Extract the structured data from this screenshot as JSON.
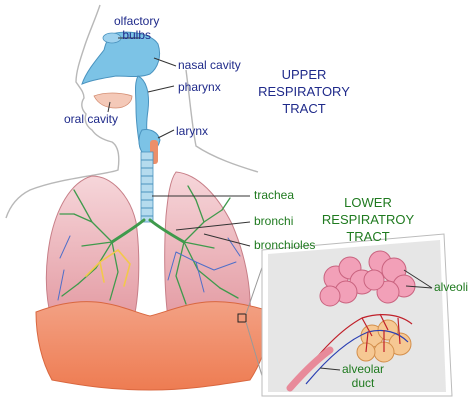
{
  "labels": {
    "olfactory_bulbs_line1": "olfactory",
    "olfactory_bulbs_line2": "bulbs",
    "nasal_cavity": "nasal cavity",
    "pharynx": "pharynx",
    "oral_cavity": "oral cavity",
    "larynx": "larynx",
    "trachea": "trachea",
    "bronchi": "bronchi",
    "bronchioles": "bronchioles",
    "alveoli": "alveoli",
    "alveolar_duct_line1": "alveolar",
    "alveolar_duct_line2": "duct"
  },
  "headings": {
    "upper_line1": "UPPER",
    "upper_line2": "RESPIRATORY",
    "upper_line3": "TRACT",
    "lower_line1": "LOWER",
    "lower_line2": "RESPIRATROY",
    "lower_line3": "TRACT"
  },
  "colors": {
    "upper_text": "#1f2a8a",
    "lower_text": "#1f7a1f",
    "airway_blue": "#7cc3e6",
    "lung_pink": "#e9a2a8",
    "bronchi_green": "#3f9a4c",
    "diaphragm_orange": "#f08a5d",
    "alveoli_pink": "#f2a0b8"
  }
}
